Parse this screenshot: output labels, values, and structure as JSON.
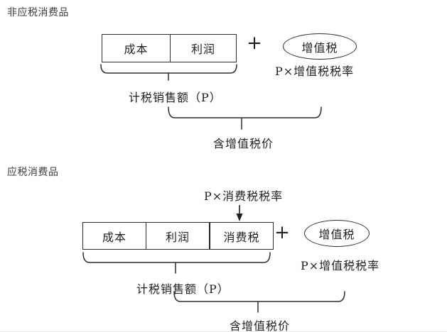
{
  "colors": {
    "line": "#2e2e2e",
    "text": "#1f1f1f",
    "heading": "#3d3d3d"
  },
  "section_nontaxable": {
    "label": "非应税消费品",
    "box_cells": [
      "成本",
      "利润"
    ],
    "plus": "+",
    "ellipse_label": "增值税",
    "ellipse_sub": "P×增值税税率",
    "brace_sales_label": "计税销售额（P）",
    "brace_vat_price_label": "含增值税价"
  },
  "section_taxable": {
    "label": "应税消费品",
    "arrow_label": "P×消费税税率",
    "box_cells": [
      "成本",
      "利润",
      "消费税"
    ],
    "plus": "+",
    "ellipse_label": "增值税",
    "ellipse_sub": "P×增值税税率",
    "brace_sales_label": "计税销售额（P）",
    "brace_vat_price_label": "含增值税价"
  }
}
